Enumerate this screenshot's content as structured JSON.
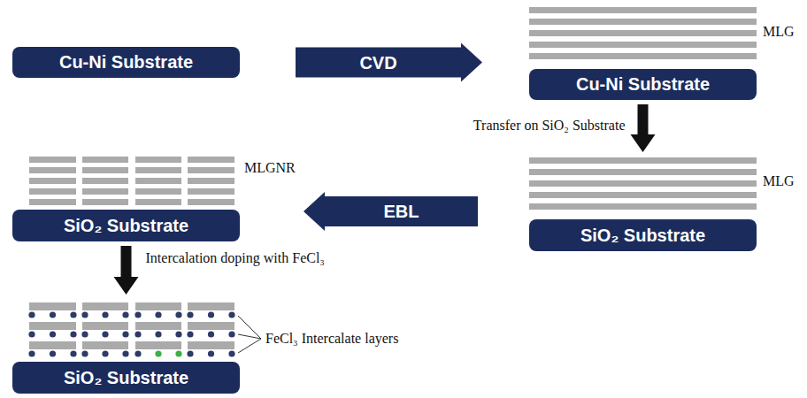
{
  "diagram": {
    "nodes": [
      {
        "text": [
          "Cu-Ni Substrate"
        ]
      },
      {
        "text": [
          "Cu-Ni Substrate"
        ]
      },
      {
        "text": [
          "SiO₂ Substrate"
        ]
      },
      {
        "text": [
          "SiO₂ Substrate"
        ]
      },
      {
        "text": [
          "SiO₂ Substrate"
        ]
      }
    ],
    "edges": [
      {
        "from": 0,
        "to": 1,
        "label": "CVD",
        "arrow": "to"
      },
      {
        "from": 1,
        "to": 2,
        "label": "Transfer on SiO₂ Substrate",
        "arrow": "to"
      },
      {
        "from": 2,
        "to": 3,
        "label": "EBL",
        "arrow": "to"
      },
      {
        "from": 3,
        "to": 4,
        "label": "Intercalation doping with FeCl₃",
        "arrow": "to"
      }
    ],
    "labels": [
      "MLG",
      "MLG",
      "MLGNR",
      "FeCl₃ Intercalate layers"
    ]
  }
}
